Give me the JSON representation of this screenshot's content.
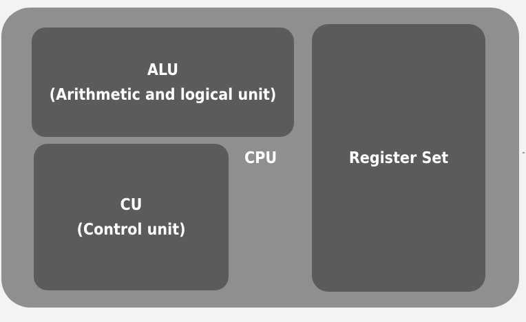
{
  "diagram": {
    "cpu_label": "CPU",
    "alu": {
      "title": "ALU",
      "subtitle": "(Arithmetic and logical unit)"
    },
    "cu": {
      "title": "CU",
      "subtitle": "(Control unit)"
    },
    "register_set": {
      "title": "Register Set"
    }
  },
  "colors": {
    "background": "#f3f3f3",
    "cpu_container": "#8f8f8f",
    "component_block": "#5b5b5b",
    "text": "#ffffff"
  }
}
